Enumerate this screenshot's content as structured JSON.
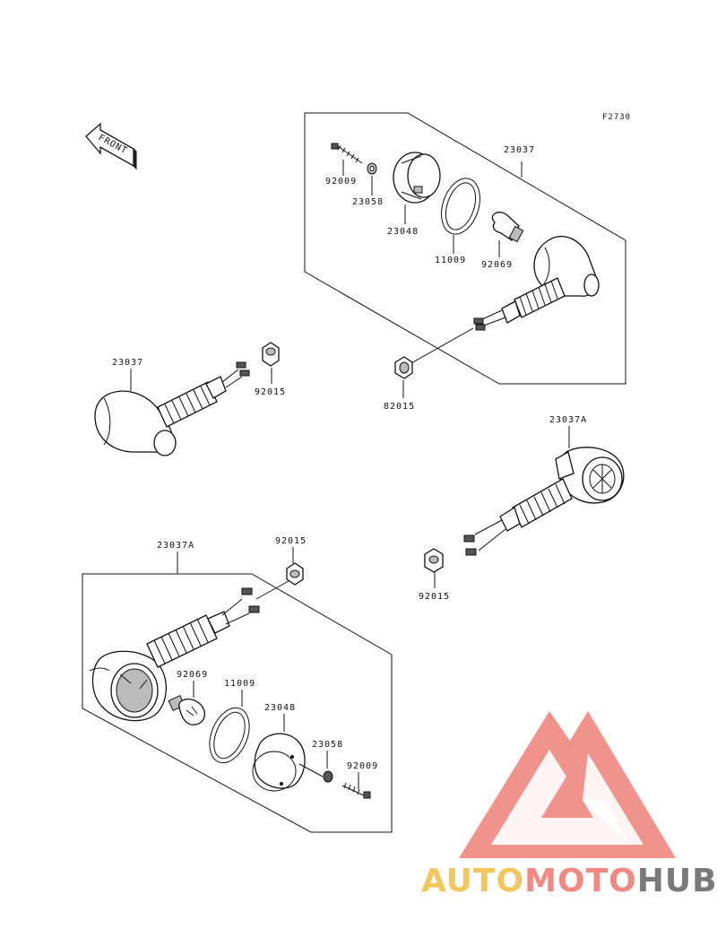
{
  "figure_code": "F2730",
  "front_label": "FRONT",
  "parts": {
    "p23037_a": "23037",
    "p92009_a": "92009",
    "p23058_a": "23058",
    "p23048_a": "23048",
    "p11009_a": "11009",
    "p92069_a": "92069",
    "p82015": "82015",
    "p23037_b": "23037",
    "p92015_b": "92015",
    "p23037A_c": "23037A",
    "p92015_c": "92015",
    "p23037A_d": "23037A",
    "p92015_d": "92015",
    "p92069_d": "92069",
    "p11009_d": "11009",
    "p23048_d": "23048",
    "p23058_d": "23058",
    "p92009_d": "92009"
  },
  "watermark": {
    "part1": "AUTO",
    "part2": "MOTO",
    "part3": "HUB",
    "colors": {
      "auto": "#f2c24f",
      "moto": "#f07f78",
      "hub": "#6e6e6e",
      "triangle": "#f08a84"
    }
  }
}
